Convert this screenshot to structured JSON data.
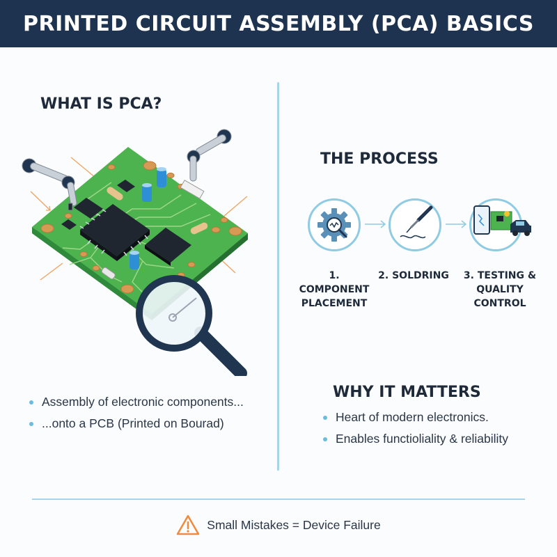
{
  "header": {
    "title": "PRINTED CIRCUIT ASSEMBLY (PCA) BASICS"
  },
  "what_is": {
    "title": "WHAT IS PCA?",
    "bullets": [
      "Assembly of electronic components...",
      "...onto a PCB (Printed on Bourad)"
    ]
  },
  "process": {
    "title": "THE PROCESS",
    "steps": [
      {
        "line1": "1. COMPONENT",
        "line2": "PLACEMENT",
        "line3": "",
        "icon": "gear-magnifier-icon"
      },
      {
        "line1": "2. SOLDRING",
        "line2": "",
        "line3": "",
        "icon": "soldering-iron-icon"
      },
      {
        "line1": "3. TESTING &",
        "line2": "QUALITY",
        "line3": "CONTROL",
        "icon": "phone-board-car-icon"
      }
    ]
  },
  "why": {
    "title": "WHY IT MATTERS",
    "bullets": [
      "Heart of modern electronics.",
      "Enables functioliality & reliability"
    ]
  },
  "footer": {
    "text": "Small Mistakes = Device Failure",
    "icon": "warning-icon"
  },
  "colors": {
    "header_bg": "#1e3350",
    "accent_blue": "#8fcbe2",
    "pcb_green": "#3fa34d",
    "warning_orange": "#f08a3c"
  }
}
